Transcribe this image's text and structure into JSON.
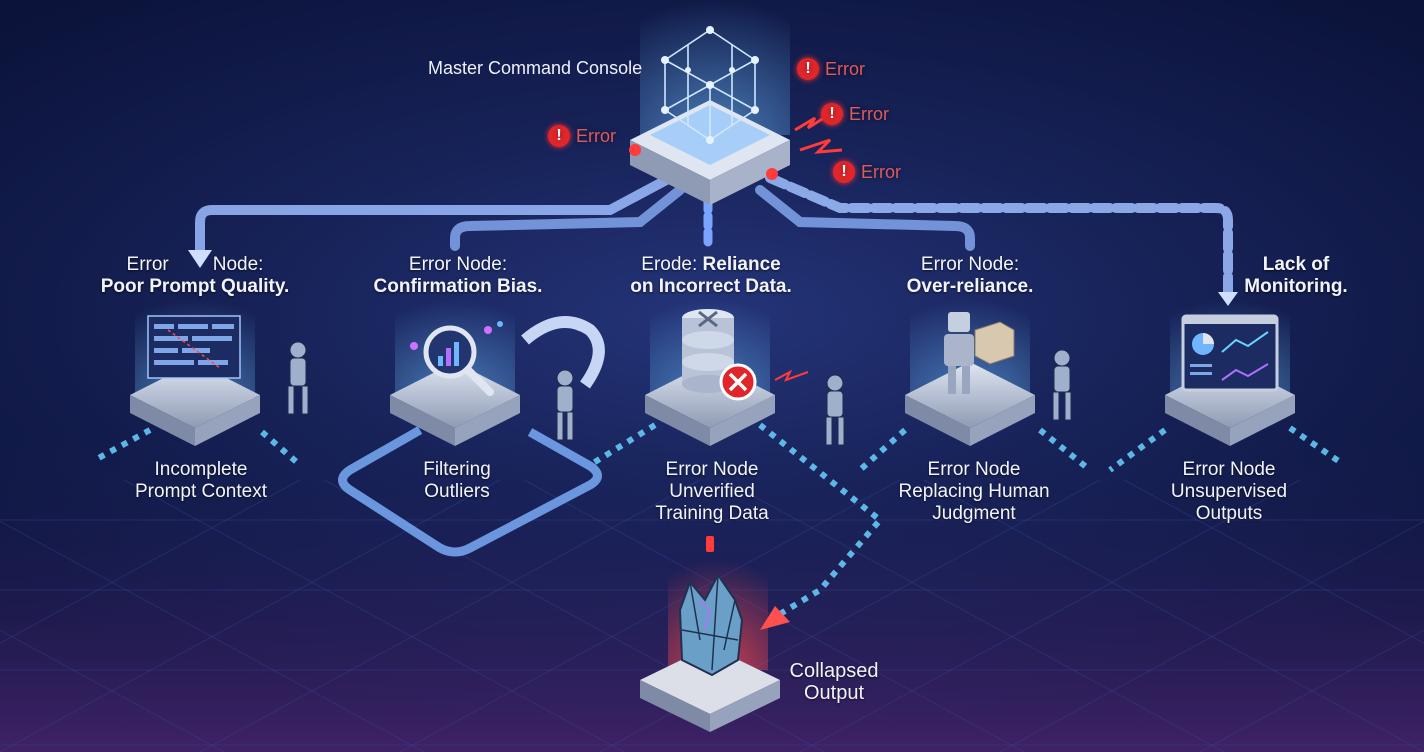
{
  "title": "Master Command Console",
  "errors": [
    "Error",
    "Error",
    "Error",
    "Error"
  ],
  "nodes": [
    {
      "head_left": "Error",
      "head_right": "Node:",
      "bold": "Poor Prompt Quality.",
      "sub1": "Incomplete",
      "sub2": "Prompt Context",
      "sub3": "",
      "icon": "code-screen-icon"
    },
    {
      "head": "Error Node:",
      "bold": "Confirmation Bias.",
      "sub1": "Filtering",
      "sub2": "Outliers",
      "sub3": "",
      "icon": "magnifier-chart-icon"
    },
    {
      "head": "Erode:",
      "head_bold": "Reliance",
      "bold": "on Incorrect Data.",
      "sub1": "Error Node",
      "sub2": "Unverified",
      "sub3": "Training Data",
      "icon": "database-error-icon"
    },
    {
      "head": "Error Node:",
      "bold": "Over-reliance.",
      "sub1": "Error Node",
      "sub2": "Replacing Human",
      "sub3": "Judgment",
      "icon": "robot-box-icon"
    },
    {
      "head": "",
      "bold1": "Lack of",
      "bold": "Monitoring.",
      "sub1": "Error Node",
      "sub2": "Unsupervised",
      "sub3": "Outputs",
      "icon": "dashboard-icon"
    }
  ],
  "output": {
    "line1": "Collapsed",
    "line2": "Output",
    "icon": "broken-crystal-icon"
  },
  "colors": {
    "background": "#0d1640",
    "glow": "#3a9cff",
    "error": "#e0262b",
    "accent_red": "#ff3b3b"
  }
}
